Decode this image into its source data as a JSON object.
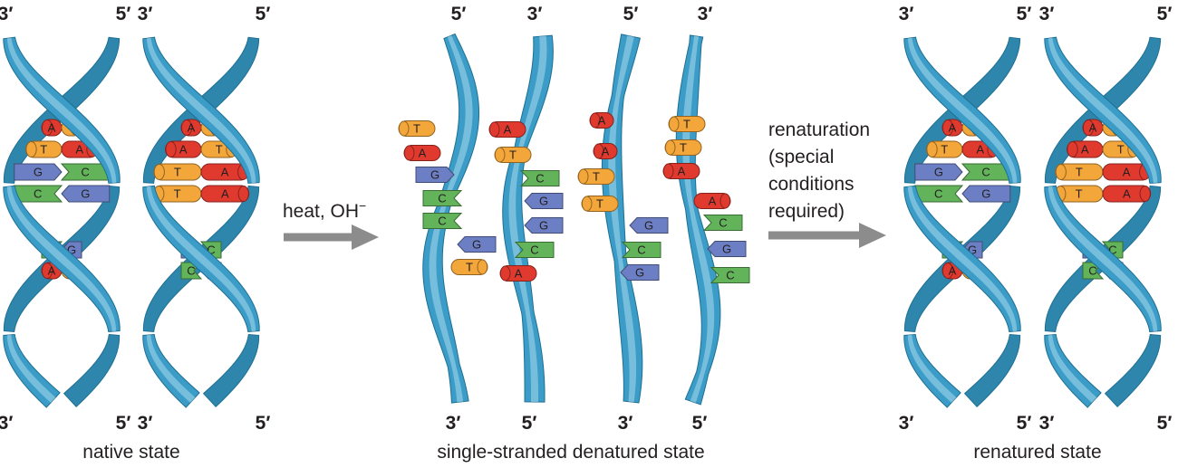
{
  "colors": {
    "backbone": "#3a9cc7",
    "backbone_light": "#a9d9ec",
    "backbone_outline": "#1e6f93",
    "base_A": "#e03a2f",
    "base_T": "#f3a63a",
    "base_G": "#6d7fc4",
    "base_C": "#62b35a",
    "arrow": "#8c8c8c",
    "text": "#231f20"
  },
  "labels": {
    "three_prime": "3′",
    "five_prime": "5′",
    "heat_prefix": "heat, OH",
    "heat_superscript": "−",
    "renaturation_lines": [
      "renaturation",
      "(special",
      "conditions",
      "required)"
    ]
  },
  "captions": {
    "native": "native state",
    "denatured": "single-stranded denatured state",
    "renatured": "renatured state"
  },
  "native_helices": [
    {
      "top_left": "3′",
      "top_right": "5′",
      "bottom_left": "3′",
      "bottom_right": "5′",
      "pairs": [
        [
          "A",
          "T"
        ],
        [
          "T",
          "A"
        ],
        [
          "G",
          "C"
        ],
        [
          "C",
          "G"
        ],
        [
          "C",
          "G"
        ],
        [
          "A",
          "T"
        ]
      ]
    },
    {
      "top_left": "3′",
      "top_right": "5′",
      "bottom_left": "3′",
      "bottom_right": "5′",
      "pairs": [
        [
          "A",
          "T"
        ],
        [
          "A",
          "T"
        ],
        [
          "T",
          "A"
        ],
        [
          "T",
          "A"
        ],
        [
          "G",
          "C"
        ],
        [
          "C",
          "G"
        ]
      ]
    }
  ],
  "single_strands": [
    {
      "top": "5′",
      "bottom": "3′",
      "bases": [
        "T",
        "A",
        "G",
        "C",
        "C",
        "G",
        "T"
      ]
    },
    {
      "top": "3′",
      "bottom": "5′",
      "bases": [
        "A",
        "T",
        "C",
        "G",
        "G",
        "C",
        "A"
      ]
    },
    {
      "top": "5′",
      "bottom": "3′",
      "bases": [
        "A",
        "A",
        "T",
        "T",
        "G",
        "C",
        "G"
      ]
    },
    {
      "top": "3′",
      "bottom": "5′",
      "bases": [
        "T",
        "T",
        "A",
        "A",
        "C",
        "G",
        "C"
      ]
    }
  ],
  "renatured_helices": [
    {
      "top_left": "3′",
      "top_right": "5′",
      "bottom_left": "3′",
      "bottom_right": "5′",
      "pairs": [
        [
          "A",
          "T"
        ],
        [
          "T",
          "A"
        ],
        [
          "G",
          "C"
        ],
        [
          "C",
          "G"
        ],
        [
          "C",
          "G"
        ],
        [
          "A",
          "T"
        ]
      ]
    },
    {
      "top_left": "3′",
      "top_right": "5′",
      "bottom_left": "3′",
      "bottom_right": "5′",
      "pairs": [
        [
          "A",
          "T"
        ],
        [
          "A",
          "T"
        ],
        [
          "T",
          "A"
        ],
        [
          "T",
          "A"
        ],
        [
          "G",
          "C"
        ],
        [
          "C",
          "G"
        ]
      ]
    }
  ]
}
